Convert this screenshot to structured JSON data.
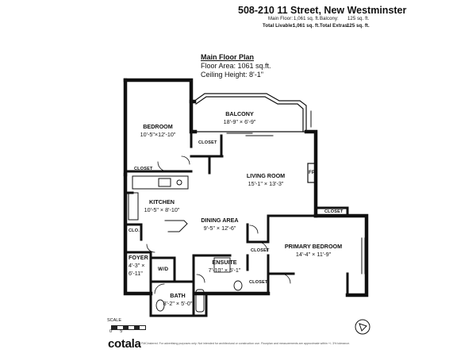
{
  "header": {
    "address": "508-210 11 Street, New Westminster",
    "main_floor_label": "Main Floor:",
    "main_floor_value": "1,061 sq. ft.",
    "balcony_label": "Balcony:",
    "balcony_value": "125 sq. ft.",
    "total_livable_label": "Total Livable:",
    "total_livable_value": "1,061 sq. ft.",
    "total_extras_label": "Total Extras:",
    "total_extras_value": "125 sq. ft."
  },
  "plan_heading": {
    "title": "Main Floor Plan",
    "floor_area": "Floor Area: 1061 sq.ft.",
    "ceiling_height": "Ceiling Height: 8'-1\""
  },
  "rooms": {
    "balcony": {
      "name": "BALCONY",
      "dims": "18'-9\" × 6'-9\""
    },
    "bedroom": {
      "name": "BEDROOM",
      "dims": "10'-5\"×12'-10\""
    },
    "living": {
      "name": "LIVING ROOM",
      "dims": "15'-1\" × 13'-3\""
    },
    "kitchen": {
      "name": "KITCHEN",
      "dims": "10'-5\" × 8'-10\""
    },
    "dining": {
      "name": "DINING AREA",
      "dims": "9'-5\" × 12'-6\""
    },
    "primary": {
      "name": "PRIMARY BEDROOM",
      "dims": "14'-4\" × 11'-9\""
    },
    "foyer": {
      "name": "FOYER",
      "dims1": "4'-3\" ×",
      "dims2": "6'-11\""
    },
    "ensuite": {
      "name": "ENSUITE",
      "dims": "7'-10\" × 5'-1\""
    },
    "bath": {
      "name": "BATH",
      "dims": "8'-2\" × 5'-0\""
    }
  },
  "labels": {
    "closet": "CLOSET",
    "clo": "CLO.",
    "wd": "W/D",
    "fp": "FP"
  },
  "scale": {
    "label": "SCALE",
    "ticks": "0'      5'"
  },
  "brand": {
    "logo": "cotala",
    "disclaimer": "FMCinstered. For advertising purposes only. Not intended for architectural or construction use. Floorplan and measurements are approximate within +/- 3% tolerance."
  },
  "compass": {
    "icon": "north-arrow-icon"
  }
}
